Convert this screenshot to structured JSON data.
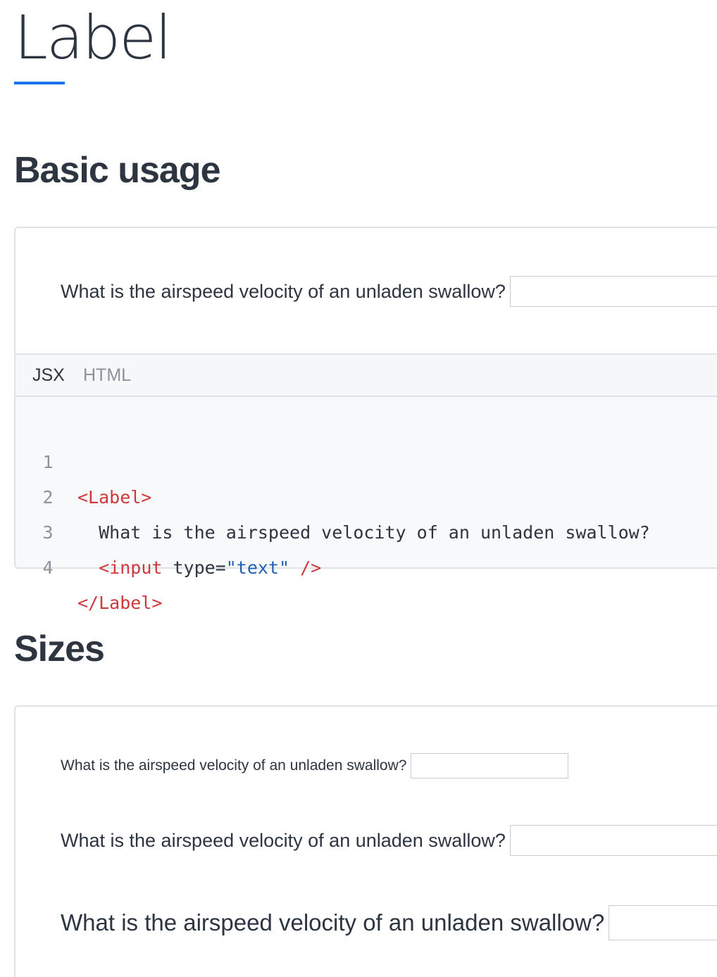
{
  "page": {
    "title": "Label"
  },
  "basic_usage": {
    "heading": "Basic usage",
    "demo_label_text": "What is the airspeed velocity of an unladen swallow?",
    "tabs": [
      {
        "label": "JSX",
        "active": true
      },
      {
        "label": "HTML",
        "active": false
      }
    ],
    "code": {
      "line_numbers": [
        "1",
        "2",
        "3",
        "4"
      ],
      "line1_tag": "<Label>",
      "line2_text": "  What is the airspeed velocity of an unladen swallow?",
      "line3_indent": "  ",
      "line3_tag_open": "<input",
      "line3_attr": " type=",
      "line3_value": "\"text\"",
      "line3_tag_close": " />",
      "line4_tag": "</Label>"
    }
  },
  "sizes": {
    "heading": "Sizes",
    "items": [
      {
        "label_text": "What is the airspeed velocity of an unladen swallow?",
        "size": "small"
      },
      {
        "label_text": "What is the airspeed velocity of an unladen swallow?",
        "size": "medium"
      },
      {
        "label_text": "What is the airspeed velocity of an unladen swallow?",
        "size": "large"
      }
    ]
  },
  "colors": {
    "accent": "#1a73e8",
    "text": "#2c3540",
    "muted": "#8c939b",
    "tag": "#d0373b",
    "string": "#1f5fb8"
  }
}
